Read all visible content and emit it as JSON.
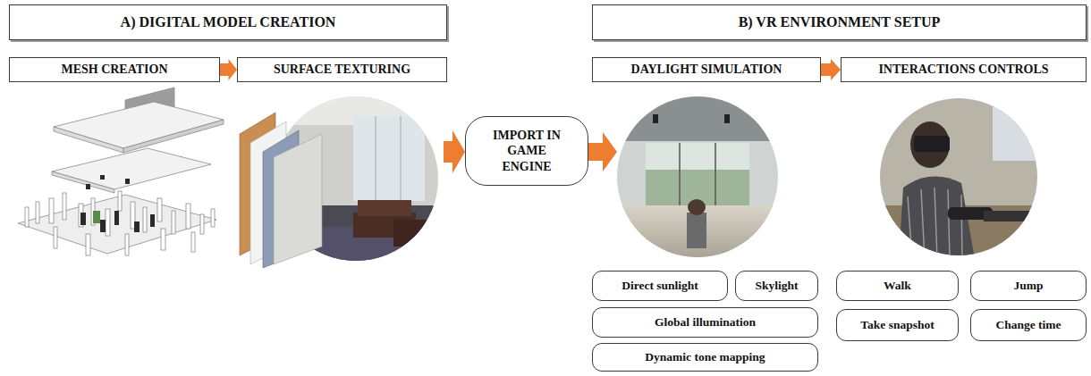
{
  "diagram": {
    "nodes": [
      {
        "text": [
          "A) DIGITAL MODEL CREATION"
        ]
      },
      {
        "text": [
          "MESH CREATION"
        ]
      },
      {
        "text": [
          "SURFACE TEXTURING"
        ]
      },
      {
        "text": [
          "IMPORT IN GAME ENGINE"
        ]
      },
      {
        "text": [
          "B) VR ENVIRONMENT SETUP"
        ]
      },
      {
        "text": [
          "DAYLIGHT SIMULATION"
        ]
      },
      {
        "text": [
          "INTERACTIONS CONTROLS"
        ]
      },
      {
        "text": [
          "Direct sunlight"
        ]
      },
      {
        "text": [
          "Skylight"
        ]
      },
      {
        "text": [
          "Global illumination"
        ]
      },
      {
        "text": [
          "Dynamic tone mapping"
        ]
      },
      {
        "text": [
          "Walk"
        ]
      },
      {
        "text": [
          "Jump"
        ]
      },
      {
        "text": [
          "Take snapshot"
        ]
      },
      {
        "text": [
          "Change time"
        ]
      }
    ],
    "edges": [
      {
        "from": 1,
        "to": 2,
        "arrow": "to"
      },
      {
        "from": 5,
        "to": 6,
        "arrow": "to"
      }
    ]
  }
}
